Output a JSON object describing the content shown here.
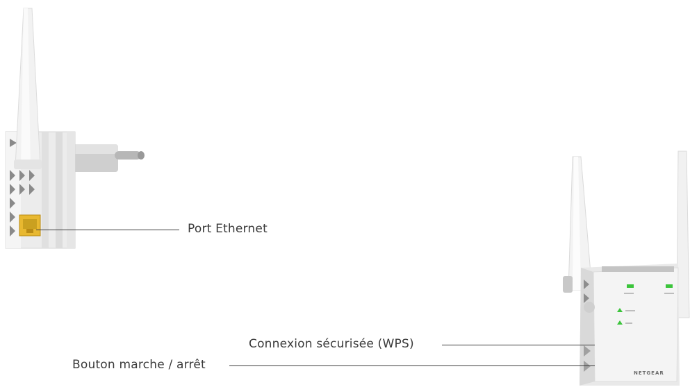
{
  "callouts": {
    "ethernet_port": "Port Ethernet",
    "wps_button": "Connexion sécurisée (WPS)",
    "power_button": "Bouton marche / arrêt"
  },
  "device": {
    "brand": "NETGEAR",
    "led_color": "#3bc43b",
    "port_color": "#e8b830"
  }
}
